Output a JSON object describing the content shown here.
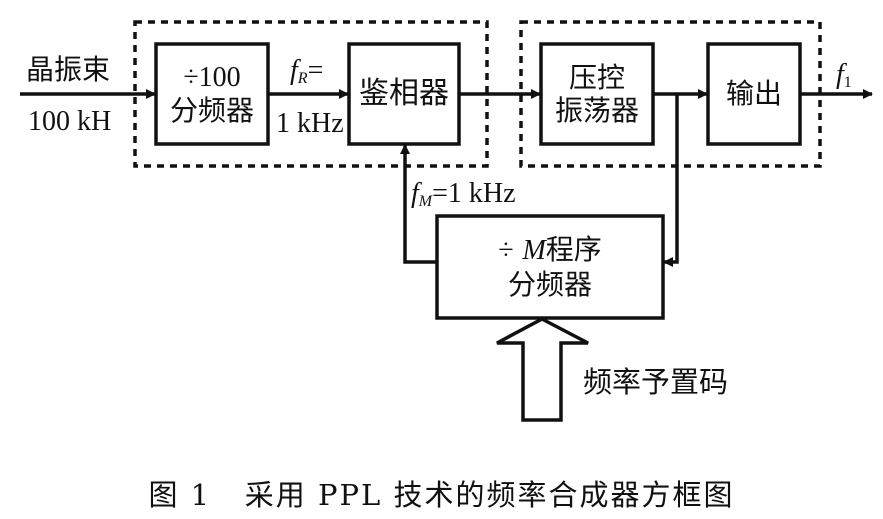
{
  "diagram": {
    "input": {
      "top_label": "晶振束",
      "bottom_label": "100 kH"
    },
    "blocks": {
      "divider100": {
        "line1": "÷100",
        "line2": "分频器"
      },
      "phase_detector": {
        "line1": "鉴相器"
      },
      "vco": {
        "line1": "压控",
        "line2": "振荡器"
      },
      "output": {
        "line1": "输出"
      },
      "program_divider": {
        "line1_prefix": "÷",
        "line1_var": "M",
        "line1_suffix": "程序",
        "line2": "分频器"
      }
    },
    "signals": {
      "fr": {
        "symbol": "f",
        "subscript": "R",
        "eq": "=",
        "value": "1 kHz"
      },
      "fm": {
        "symbol": "f",
        "subscript": "M",
        "eq": "=",
        "value": "1 kHz"
      },
      "f1": {
        "symbol": "f",
        "subscript": "1"
      }
    },
    "preset_code_label": "频率予置码"
  },
  "caption": {
    "figure": "图 1",
    "title": "采用 PPL 技术的频率合成器方框图"
  }
}
